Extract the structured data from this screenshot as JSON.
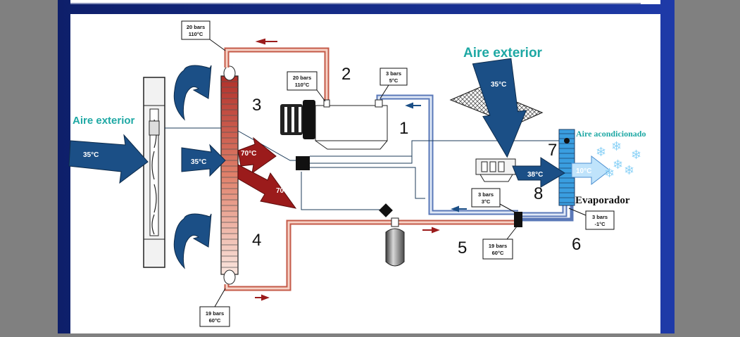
{
  "labels": {
    "aire_exterior_left": "Aire exterior",
    "aire_exterior_top": "Aire exterior",
    "aire_acondicionado": "Aire acondicionado",
    "evaporador": "Evaporador"
  },
  "numbers": {
    "n1": "1",
    "n2": "2",
    "n3": "3",
    "n4": "4",
    "n5": "5",
    "n6": "6",
    "n7": "7",
    "n8": "8"
  },
  "callouts": {
    "cond_in": {
      "line1": "20 bars",
      "line2": "110°C"
    },
    "comp_out": {
      "line1": "20 bars",
      "line2": "110°C"
    },
    "comp_in": {
      "line1": "3 bars",
      "line2": "5°C"
    },
    "valve_out": {
      "line1": "3 bars",
      "line2": "3°C"
    },
    "evap_out": {
      "line1": "3 bars",
      "line2": "-1°C"
    },
    "valve_in": {
      "line1": "19 bars",
      "line2": "60°C"
    },
    "cond_out": {
      "line1": "19 bars",
      "line2": "60°C"
    }
  },
  "temps": {
    "fan_in": "35°C",
    "cond_in": "35°C",
    "hot_1": "70°C",
    "hot_2": "70°C",
    "top_in": "35°C",
    "evap_in": "38°C",
    "evap_out": "10°C"
  },
  "colors": {
    "border_navy": "#16287a",
    "arrow_blue": "#1b4f86",
    "arrow_red": "#9b1b1b",
    "teal": "#1ea8a4",
    "pipe_hot": "#e8a08a",
    "pipe_cold": "#9fb4d6",
    "evaporator": "#3a9ee0"
  }
}
